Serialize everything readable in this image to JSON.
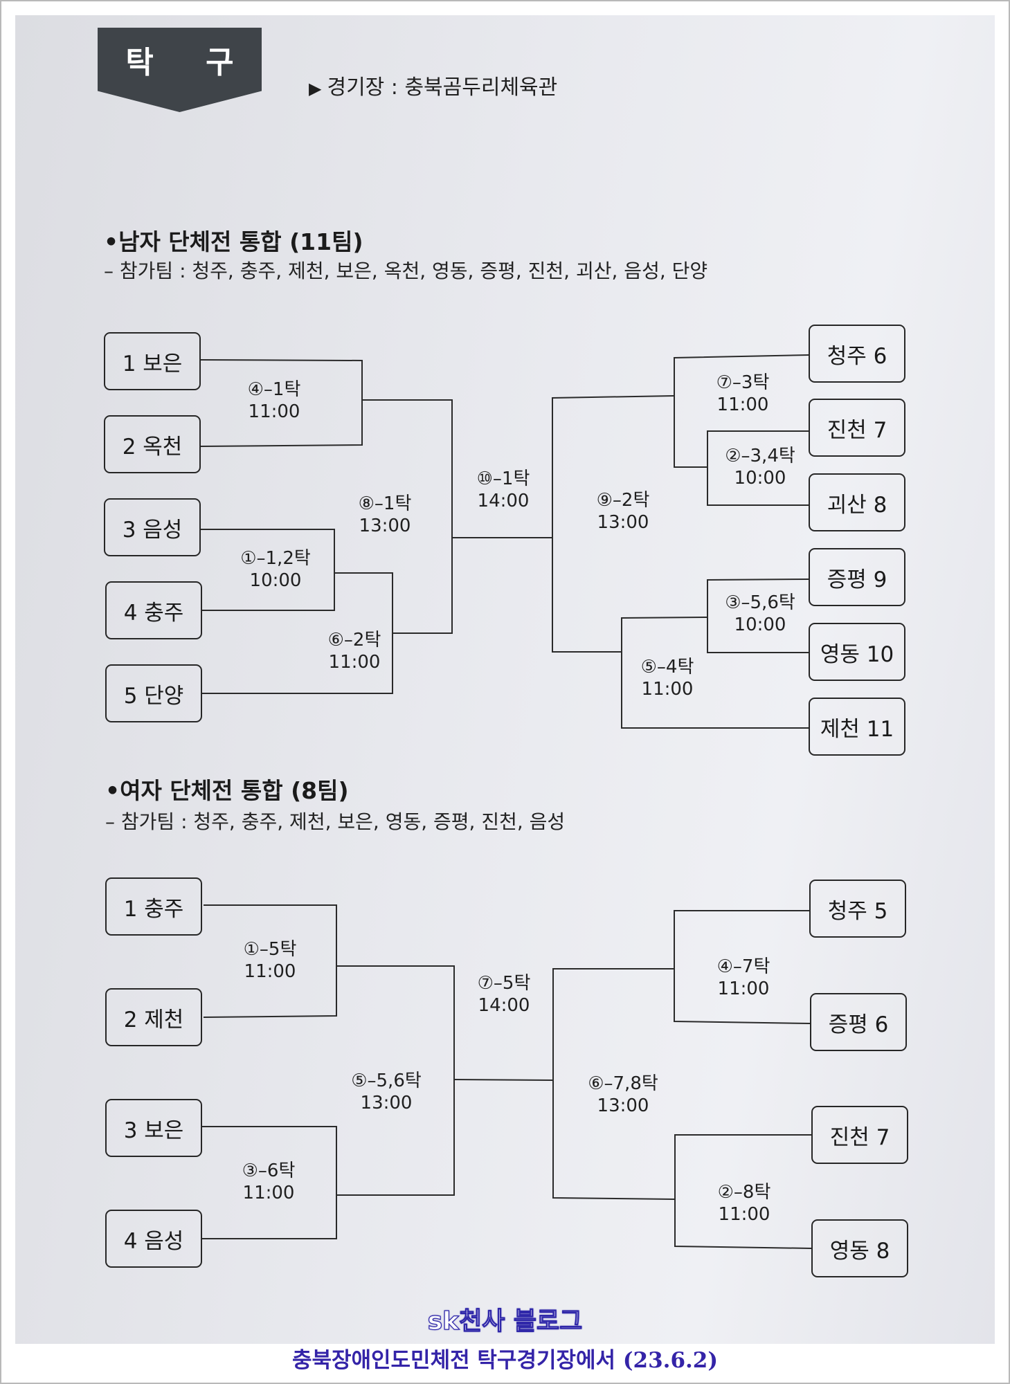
{
  "header": {
    "tab_label": "탁 구",
    "venue_label": "경기장 : 충북곰두리체육관"
  },
  "men": {
    "title": "남자 단체전 통합 (11팀)",
    "participants": "– 참가팀 : 청주, 충주, 제천, 보은, 옥천, 영동, 증평, 진천, 괴산, 음성, 단양",
    "teams": [
      "1 보은",
      "2 옥천",
      "3 음성",
      "4 충주",
      "5 단양",
      "청주 6",
      "진천 7",
      "괴산 8",
      "증평 9",
      "영동 10",
      "제천 11"
    ],
    "matches": [
      {
        "label": "④–1탁",
        "time": "11:00"
      },
      {
        "label": "①–1,2탁",
        "time": "10:00"
      },
      {
        "label": "⑥–2탁",
        "time": "11:00"
      },
      {
        "label": "⑧–1탁",
        "time": "13:00"
      },
      {
        "label": "⑩–1탁",
        "time": "14:00"
      },
      {
        "label": "⑨–2탁",
        "time": "13:00"
      },
      {
        "label": "⑦–3탁",
        "time": "11:00"
      },
      {
        "label": "②–3,4탁",
        "time": "10:00"
      },
      {
        "label": "③–5,6탁",
        "time": "10:00"
      },
      {
        "label": "⑤–4탁",
        "time": "11:00"
      }
    ]
  },
  "women": {
    "title": "여자 단체전 통합 (8팀)",
    "participants": "– 참가팀 : 청주, 충주, 제천, 보은, 영동, 증평, 진천, 음성",
    "teams": [
      "1 충주",
      "2 제천",
      "3 보은",
      "4 음성",
      "청주 5",
      "증평 6",
      "진천 7",
      "영동 8"
    ],
    "matches": [
      {
        "label": "①–5탁",
        "time": "11:00"
      },
      {
        "label": "③–6탁",
        "time": "11:00"
      },
      {
        "label": "⑤–5,6탁",
        "time": "13:00"
      },
      {
        "label": "⑦–5탁",
        "time": "14:00"
      },
      {
        "label": "⑥–7,8탁",
        "time": "13:00"
      },
      {
        "label": "④–7탁",
        "time": "11:00"
      },
      {
        "label": "②–8탁",
        "time": "11:00"
      }
    ]
  },
  "footer": {
    "watermark": "sk천사 블로그",
    "caption": "충북장애인도민체전 탁구경기장에서 (23.6.2)"
  }
}
